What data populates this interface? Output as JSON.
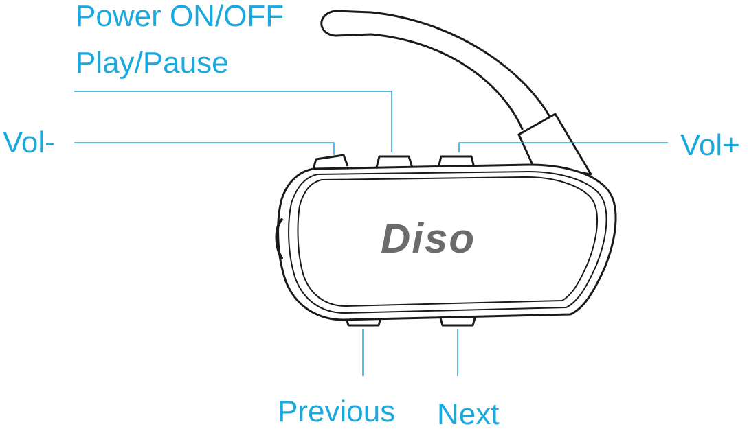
{
  "diagram": {
    "brand_logo": "Diso",
    "labels": {
      "power": "Power ON/OFF",
      "play_pause": "Play/Pause",
      "vol_down": "Vol-",
      "vol_up": "Vol+",
      "previous": "Previous",
      "next": "Next"
    }
  },
  "colors": {
    "label": "#1aa9de",
    "leader_line": "#1aa9de",
    "outline": "#1a1a1a",
    "logo": "#6b6b6b"
  }
}
